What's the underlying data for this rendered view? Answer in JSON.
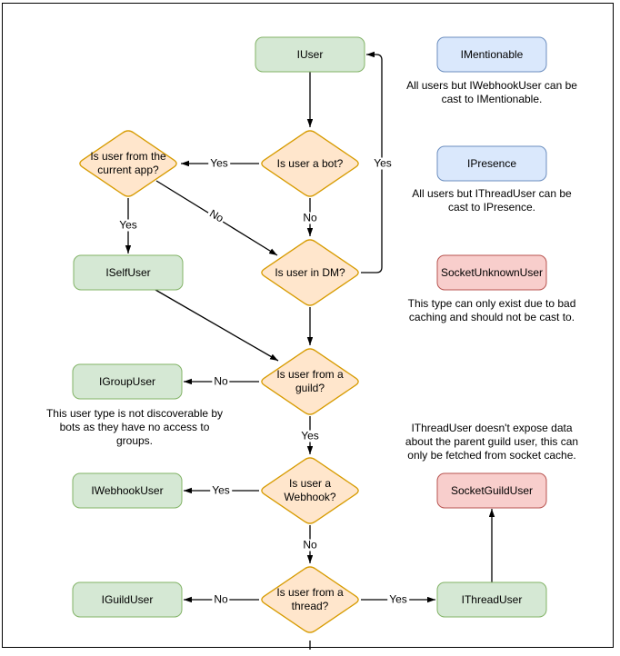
{
  "colors": {
    "background": "#ffffff",
    "page_border": "#000000",
    "arrow": "#000000",
    "interface_box_fill": "#d5e8d4",
    "interface_box_stroke": "#82b366",
    "castable_box_fill": "#dae8fc",
    "castable_box_stroke": "#6c8ebf",
    "socket_box_fill": "#f8cecc",
    "socket_box_stroke": "#b85450",
    "decision_fill": "#ffe6cc",
    "decision_stroke": "#d79b00"
  },
  "nodes": {
    "iuser": "IUser",
    "imentionable": "IMentionable",
    "ipresence": "IPresence",
    "socket_unknown_user": "SocketUnknownUser",
    "iself_user": "ISelfUser",
    "igroup_user": "IGroupUser",
    "iwebhook_user": "IWebhookUser",
    "iguild_user": "IGuildUser",
    "socket_guild_user": "SocketGuildUser",
    "ithread_user": "IThreadUser"
  },
  "decisions": {
    "is_bot": {
      "lines": [
        "Is user a bot?"
      ]
    },
    "from_current_app": {
      "lines": [
        "Is user from the",
        "current app?"
      ]
    },
    "in_dm": {
      "lines": [
        "Is user in DM?"
      ]
    },
    "from_guild": {
      "lines": [
        "Is user from a",
        "guild?"
      ]
    },
    "is_webhook": {
      "lines": [
        "Is user a",
        "Webhook?"
      ]
    },
    "from_thread": {
      "lines": [
        "Is user from a",
        "thread?"
      ]
    }
  },
  "edge_labels": {
    "yes": "Yes",
    "no": "No"
  },
  "captions": {
    "imentionable_note": {
      "lines": [
        "All users but IWebhookUser can be",
        "cast to IMentionable."
      ]
    },
    "ipresence_note": {
      "lines": [
        "All users but IThreadUser can be",
        "cast to IPresence."
      ]
    },
    "socket_unknown_note": {
      "lines": [
        "This type can only exist due to bad",
        "caching and should not be cast to."
      ]
    },
    "igroup_note": {
      "lines": [
        "This user type is not discoverable by",
        "bots as they have no access to",
        "groups."
      ]
    },
    "ithread_note": {
      "lines": [
        "IThreadUser doesn't expose data",
        "about the parent guild user, this can",
        "only be fetched from socket cache."
      ]
    }
  }
}
